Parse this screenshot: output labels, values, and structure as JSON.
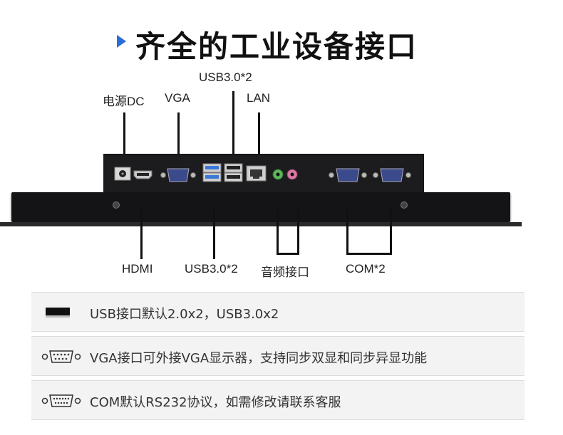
{
  "title": "齐全的工业设备接口",
  "top_labels": {
    "dc": "电源DC",
    "vga": "VGA",
    "usb": "USB3.0*2",
    "lan": "LAN"
  },
  "bottom_labels": {
    "hdmi": "HDMI",
    "usb": "USB3.0*2",
    "audio": "音频接口",
    "com": "COM*2"
  },
  "features": [
    {
      "icon": "usb-port-icon",
      "text": "USB接口默认2.0x2，USB3.0x2"
    },
    {
      "icon": "vga-port-icon",
      "text": "VGA接口可外接VGA显示器，支持同步双显和同步异显功能"
    },
    {
      "icon": "com-port-icon",
      "text": "COM默认RS232协议，如需修改请联系客服"
    }
  ],
  "colors": {
    "accent": "#2a6fd6",
    "device": "#1c1c1e",
    "usb3": "#3a78d8",
    "audio_green": "#5cb85c",
    "audio_pink": "#d97aa6"
  }
}
